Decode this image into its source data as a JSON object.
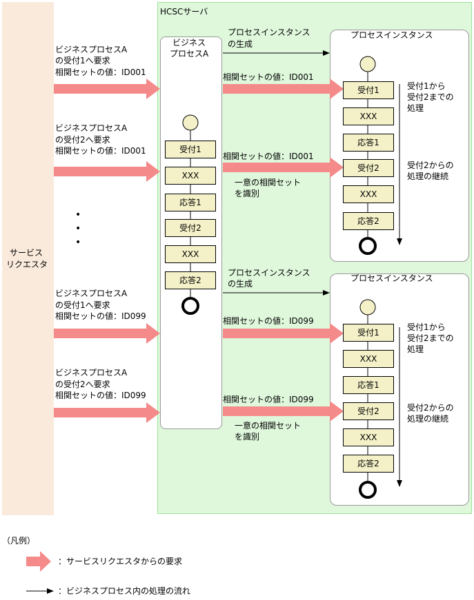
{
  "colors": {
    "requester_bg": "#faeadb",
    "server_bg": "#dff8dc",
    "server_border": "#99e699",
    "arrow_pink": "#f58a8a",
    "step_fill": "#f4f1c8"
  },
  "requester": {
    "label_line1": "サービス",
    "label_line2": "リクエスタ"
  },
  "server": {
    "title": "HCSCサーバ"
  },
  "business_process": {
    "title_line1": "ビジネス",
    "title_line2": "プロセスA",
    "steps": [
      "受付1",
      "XXX",
      "応答1",
      "受付2",
      "XXX",
      "応答2"
    ]
  },
  "requests": [
    {
      "line1": "ビジネスプロセスA",
      "line2": "の受付1へ要求",
      "line3": "相関セットの値：ID001"
    },
    {
      "line1": "ビジネスプロセスA",
      "line2": "の受付2へ要求",
      "line3": "相関セットの値：ID001"
    },
    {
      "line1": "ビジネスプロセスA",
      "line2": "の受付1へ要求",
      "line3": "相関セットの値：ID099"
    },
    {
      "line1": "ビジネスプロセスA",
      "line2": "の受付2へ要求",
      "line3": "相関セットの値：ID099"
    }
  ],
  "ellipsis": "•",
  "instance_creation": {
    "line1": "プロセスインスタンス",
    "line2": "の生成"
  },
  "correlation_labels": [
    "相関セットの値：ID001",
    "相関セットの値：ID001",
    "相関セットの値：ID099",
    "相関セットの値：ID099"
  ],
  "unique_identify": {
    "line1": "一意の相関セット",
    "line2": "を識別"
  },
  "instances": [
    {
      "title": "プロセスインスタンス",
      "steps": [
        "受付1",
        "XXX",
        "応答1",
        "受付2",
        "XXX",
        "応答2"
      ],
      "note1_line1": "受付1から",
      "note1_line2": "受付2までの",
      "note1_line3": "処理",
      "note2_line1": "受付2からの",
      "note2_line2": "処理の継続"
    },
    {
      "title": "プロセスインスタンス",
      "steps": [
        "受付1",
        "XXX",
        "応答1",
        "受付2",
        "XXX",
        "応答2"
      ],
      "note1_line1": "受付1から",
      "note1_line2": "受付2までの",
      "note1_line3": "処理",
      "note2_line1": "受付2からの",
      "note2_line2": "処理の継続"
    }
  ],
  "legend": {
    "title": "（凡例）",
    "request_text": "：サービスリクエスタからの要求",
    "flow_text": "：ビジネスプロセス内の処理の流れ"
  }
}
